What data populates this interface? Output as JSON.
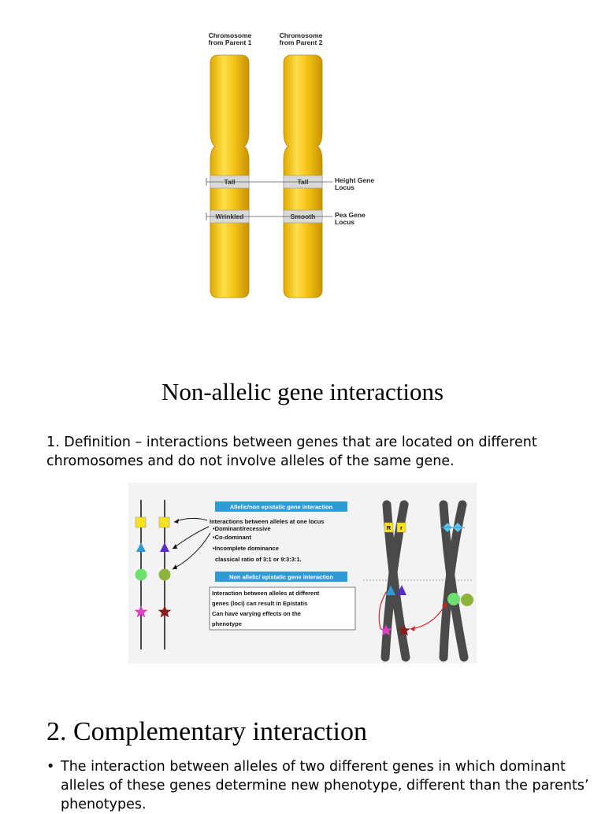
{
  "figure1": {
    "parent1_label": "Chromosome\nfrom Parent 1",
    "parent2_label": "Chromosome\nfrom Parent 2",
    "bands": {
      "left_top": "Tall",
      "right_top": "Tall",
      "left_bottom": "Wrinkled",
      "right_bottom": "Smooth"
    },
    "height_locus_label": "Height Gene\nLocus",
    "pea_locus_label": "Pea Gene\nLocus",
    "colors": {
      "chromosome": "#F5C518",
      "band": "#D9D9D9"
    }
  },
  "title": "Non-allelic gene interactions",
  "definition": "1. Definition –  interactions between genes that are located on different chromosomes and do not involve alleles of the same gene.",
  "figure2": {
    "allelic_header": "Allelic/non epistatic gene interaction",
    "allelic_lines": [
      "Interactions between alleles at one locus",
      "•Dominant/recessive",
      "•Co-dominant",
      "•Incomplete dominance",
      "classical ratio of 3:1 or 9:3:3:1."
    ],
    "nonallelic_header": "Non allelic/ epistatic gene interaction",
    "nonallelic_lines": [
      "Interaction between alleles at different",
      "genes (loci) can result in Epistatis",
      "Can  have  varying  effects  on  the",
      "phenotype"
    ],
    "chromosome_labels": [
      "R",
      "r"
    ],
    "colors": {
      "header_blue": "#2E9BD6",
      "chromosome_dark": "#4a4a4a"
    }
  },
  "section2": {
    "title": "2. Complementary interaction",
    "bullet": "The interaction between alleles of two different genes in which dominant alleles of these genes determine new phenotype, different than the parents’ phenotypes."
  }
}
